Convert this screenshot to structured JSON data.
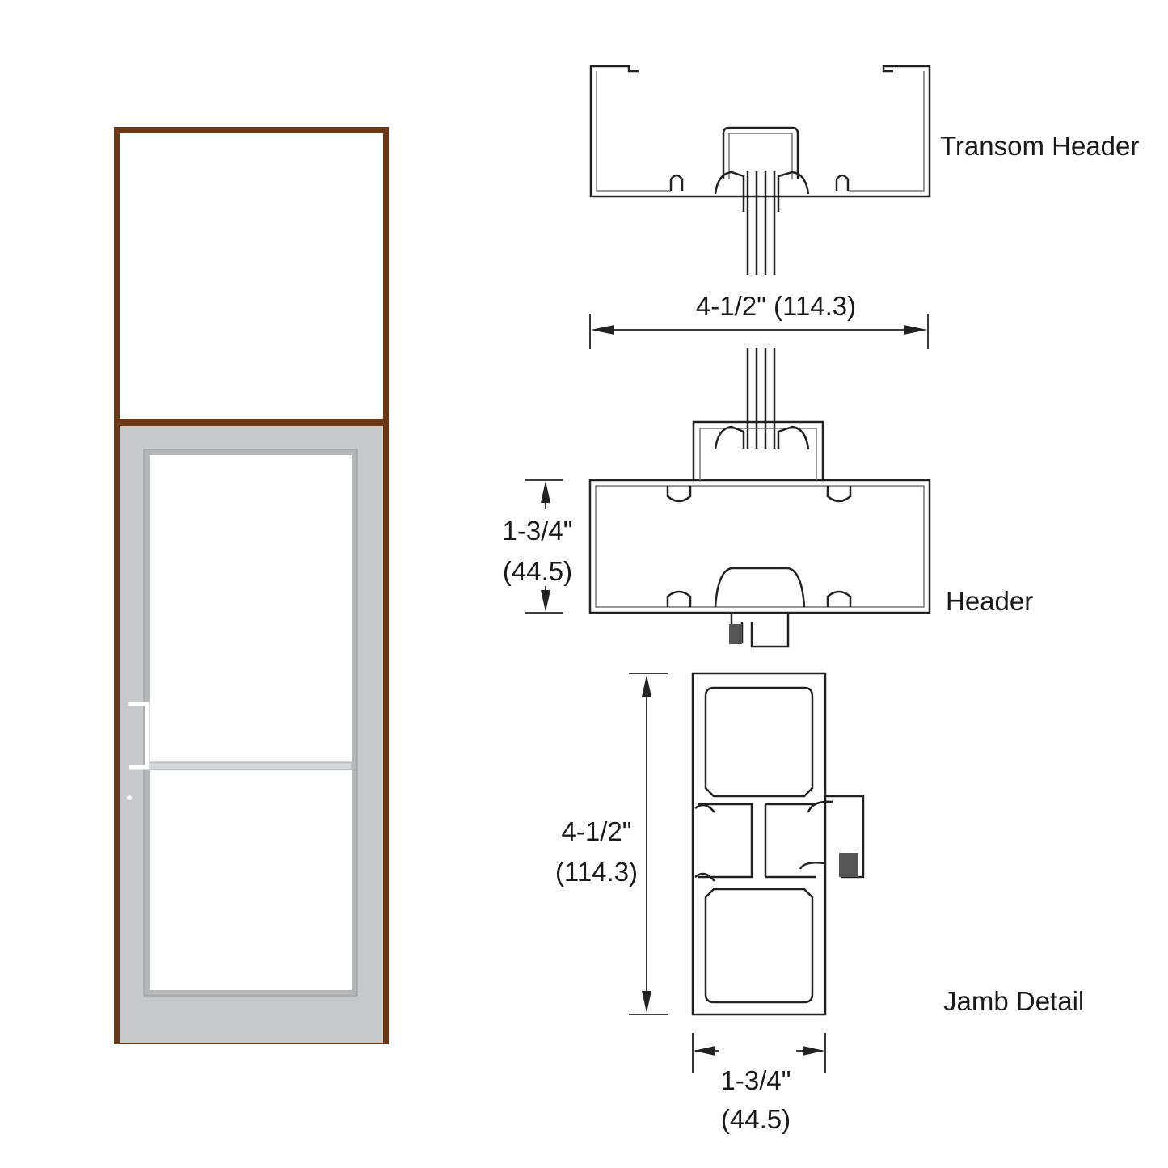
{
  "colors": {
    "frame": "#6a3817",
    "door": "#c8c9cb",
    "glass": "#ffffff",
    "line": "#222222"
  },
  "labels": {
    "transom_header": "Transom Header",
    "header": "Header",
    "jamb_detail": "Jamb Detail"
  },
  "dimensions": {
    "transom_width": "4-1/2\" (114.3)",
    "header_depth_in": "1-3/4\"",
    "header_depth_mm": "(44.5)",
    "jamb_width_in": "4-1/2\"",
    "jamb_width_mm": "(114.3)",
    "jamb_depth_in": "1-3/4\"",
    "jamb_depth_mm": "(44.5)"
  }
}
